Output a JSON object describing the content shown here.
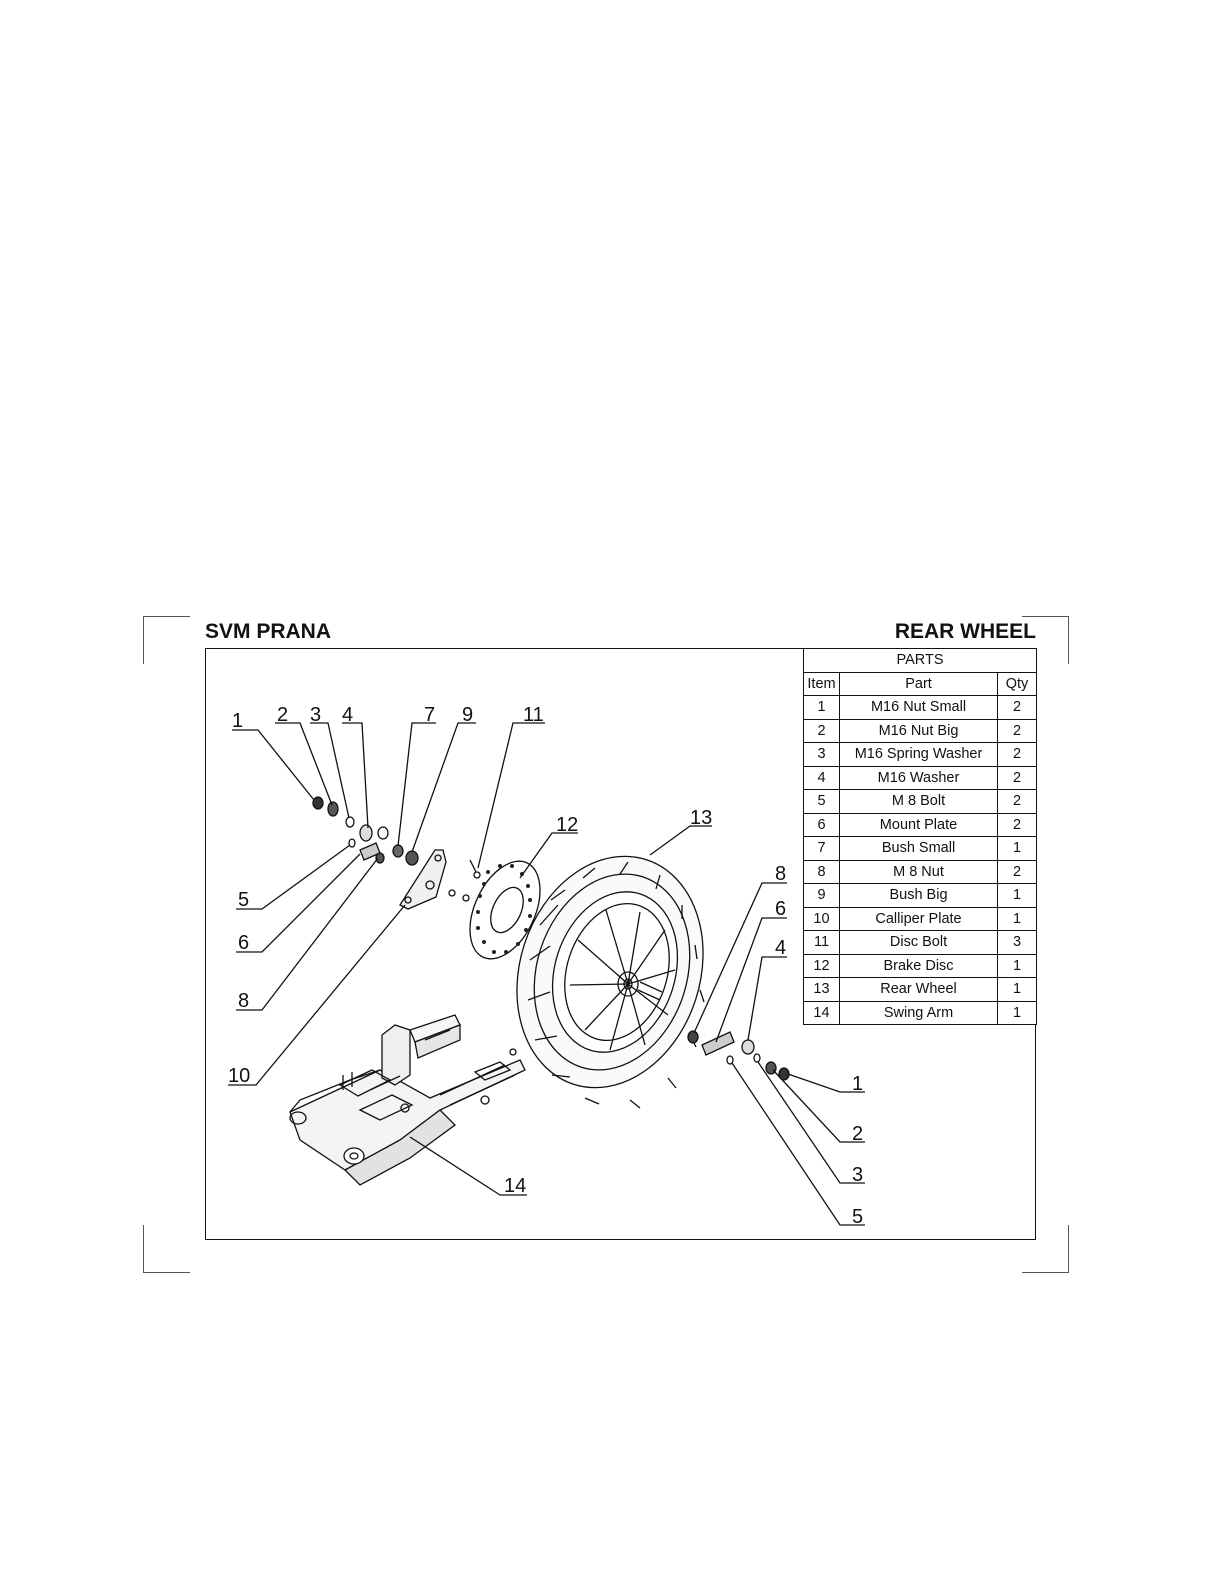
{
  "header": {
    "title_left": "SVM PRANA",
    "title_right": "REAR WHEEL"
  },
  "parts_table": {
    "title": "PARTS",
    "columns": [
      "Item",
      "Part",
      "Qty"
    ],
    "rows": [
      {
        "item": "1",
        "part": "M16 Nut Small",
        "qty": "2"
      },
      {
        "item": "2",
        "part": "M16 Nut Big",
        "qty": "2"
      },
      {
        "item": "3",
        "part": "M16 Spring Washer",
        "qty": "2"
      },
      {
        "item": "4",
        "part": "M16 Washer",
        "qty": "2"
      },
      {
        "item": "5",
        "part": "M 8 Bolt",
        "qty": "2"
      },
      {
        "item": "6",
        "part": "Mount Plate",
        "qty": "2"
      },
      {
        "item": "7",
        "part": "Bush Small",
        "qty": "1"
      },
      {
        "item": "8",
        "part": "M 8 Nut",
        "qty": "2"
      },
      {
        "item": "9",
        "part": "Bush Big",
        "qty": "1"
      },
      {
        "item": "10",
        "part": "Calliper Plate",
        "qty": "1"
      },
      {
        "item": "11",
        "part": "Disc Bolt",
        "qty": "3"
      },
      {
        "item": "12",
        "part": "Brake Disc",
        "qty": "1"
      },
      {
        "item": "13",
        "part": "Rear Wheel",
        "qty": "1"
      },
      {
        "item": "14",
        "part": "Swing Arm",
        "qty": "1"
      }
    ]
  },
  "callouts": {
    "l1": "1",
    "l2": "2",
    "l3": "3",
    "l4": "4",
    "l5": "5",
    "l6": "6",
    "l7": "7",
    "l8": "8",
    "l9": "9",
    "l10": "10",
    "l11": "11",
    "l12": "12",
    "l13": "13",
    "l14": "14",
    "r8": "8",
    "r6": "6",
    "r4": "4",
    "r1": "1",
    "r2": "2",
    "r3": "3",
    "r5": "5"
  }
}
